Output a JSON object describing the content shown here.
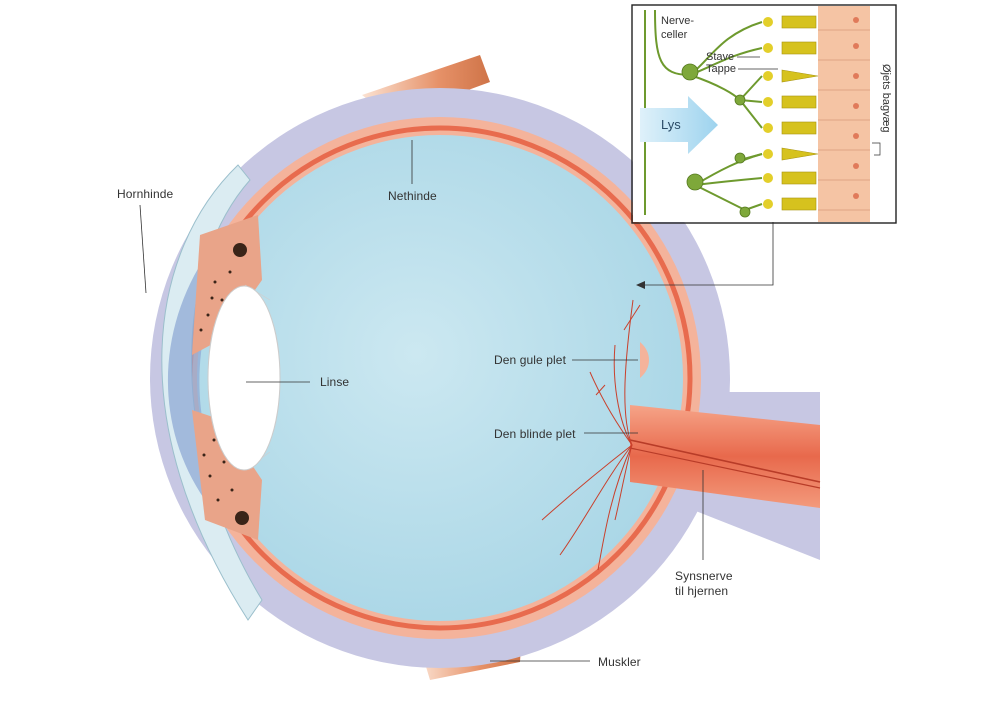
{
  "labels": {
    "hornhinde": "Hornhinde",
    "nethinde": "Nethinde",
    "linse": "Linse",
    "gule_plet": "Den gule plet",
    "blinde_plet": "Den blinde plet",
    "synsnerve_1": "Synsnerve",
    "synsnerve_2": "til hjernen",
    "muskler": "Muskler"
  },
  "inset": {
    "nerveceller_1": "Nerve-",
    "nerveceller_2": "celler",
    "stave": "Stave",
    "tappe": "Tappe",
    "lys": "Lys",
    "ojets_bagvaeg": "Øjets bagvæg"
  },
  "colors": {
    "sclera": "#c7c7e3",
    "choroid": "#f4b39b",
    "retina": "#e86b4e",
    "vitreous": "#bfe1ec",
    "cornea": "#dbecf2",
    "iris": "#e9a489",
    "optic_nerve": "#f08a68",
    "muscle": "#e58f66",
    "nerve_cell": "#7ea83a",
    "receptor": "#d4c21f",
    "light_arrow": "#a8d8f0",
    "back_wall": "#f5c4a4"
  }
}
